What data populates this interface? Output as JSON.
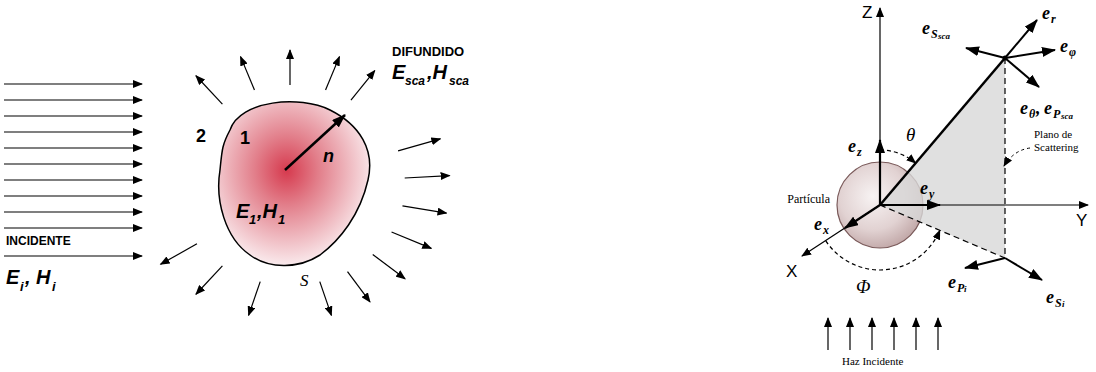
{
  "diagram": {
    "nodes": [
      {
        "text": [
          "1",
          "E",
          "1",
          ",H",
          "1"
        ]
      },
      {
        "text": [
          "Partícula"
        ]
      }
    ],
    "labels": [
      "2",
      "n",
      "S",
      "INCIDENTE",
      "E",
      "i",
      ", H",
      "i",
      "DIFUNDIDO",
      "E",
      "sca",
      ",H",
      "sca",
      "Z",
      "Y",
      "X",
      "θ",
      "Φ",
      "e",
      "r",
      "e",
      "S",
      "sca",
      "e",
      "φ",
      "e",
      "θ",
      ",",
      "e",
      "P",
      "sca",
      "e",
      "z",
      "e",
      "y",
      "e",
      "x",
      "Plano de Scattering",
      "e",
      "P",
      "i",
      "e",
      "S",
      "i",
      "Haz Incidente"
    ]
  }
}
